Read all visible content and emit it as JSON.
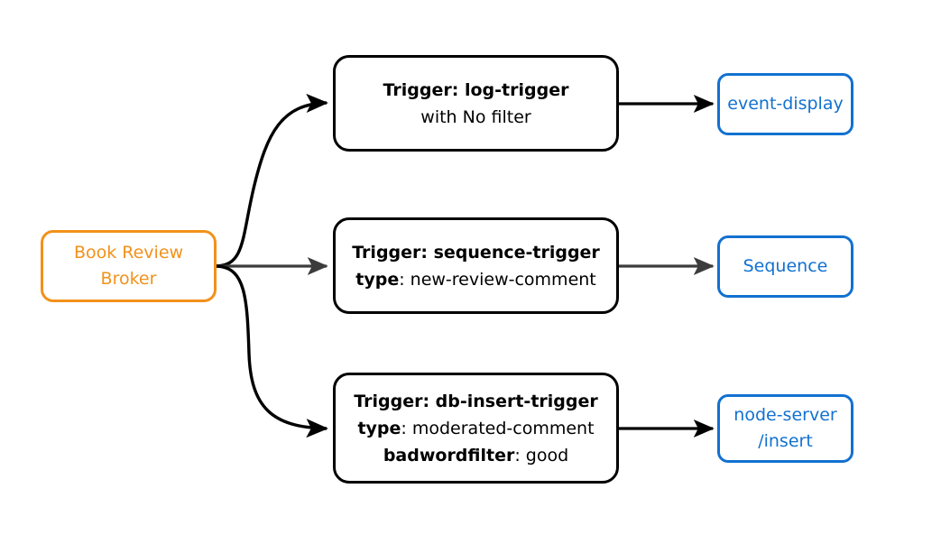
{
  "diagram": {
    "title": "Book Review Broker trigger routing diagram",
    "colors": {
      "broker_border": "#F2911B",
      "broker_text": "#F2911B",
      "trigger_border": "#000000",
      "trigger_text": "#000000",
      "target_border": "#1271D0",
      "target_text": "#1271D0",
      "edge_black": "#000000",
      "edge_gray": "#3C3C3C",
      "background": "#FFFFFF"
    },
    "source": {
      "name": "book-review-broker",
      "lines": [
        "Book Review",
        "Broker"
      ]
    },
    "triggers": [
      {
        "name": "log-trigger",
        "lines": [
          {
            "strong": "Trigger: log-trigger",
            "normal": ""
          },
          {
            "strong": "",
            "normal": "with No filter"
          }
        ]
      },
      {
        "name": "sequence-trigger",
        "lines": [
          {
            "strong": "Trigger: sequence-trigger",
            "normal": ""
          },
          {
            "strong": "type",
            "normal": ": new-review-comment"
          }
        ]
      },
      {
        "name": "db-insert-trigger",
        "lines": [
          {
            "strong": "Trigger: db-insert-trigger",
            "normal": ""
          },
          {
            "strong": "type",
            "normal": ": moderated-comment"
          },
          {
            "strong": "badwordfilter",
            "normal": ": good"
          }
        ]
      }
    ],
    "targets": [
      {
        "name": "event-display",
        "lines": [
          "event-display"
        ]
      },
      {
        "name": "sequence",
        "lines": [
          "Sequence"
        ]
      },
      {
        "name": "node-server-insert",
        "lines": [
          "node-server",
          "/insert"
        ]
      }
    ]
  }
}
